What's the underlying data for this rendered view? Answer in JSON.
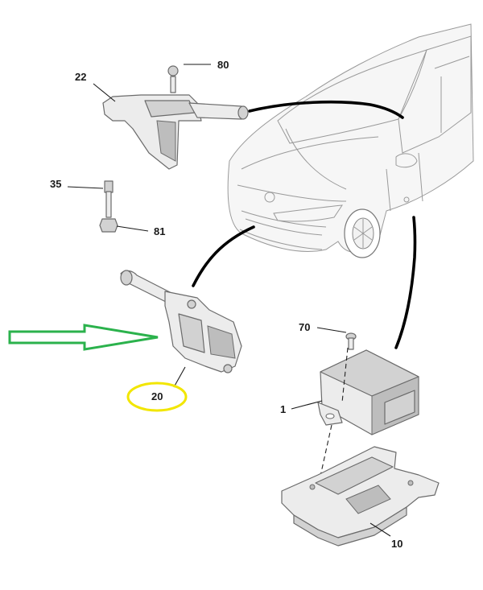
{
  "labels": {
    "part_1": "1",
    "part_10": "10",
    "part_20": "20",
    "part_22": "22",
    "part_35": "35",
    "part_70": "70",
    "part_80": "80",
    "part_81": "81"
  },
  "colors": {
    "highlight_circle": "#f2e600",
    "pointer_arrow": "#2bb24c"
  }
}
